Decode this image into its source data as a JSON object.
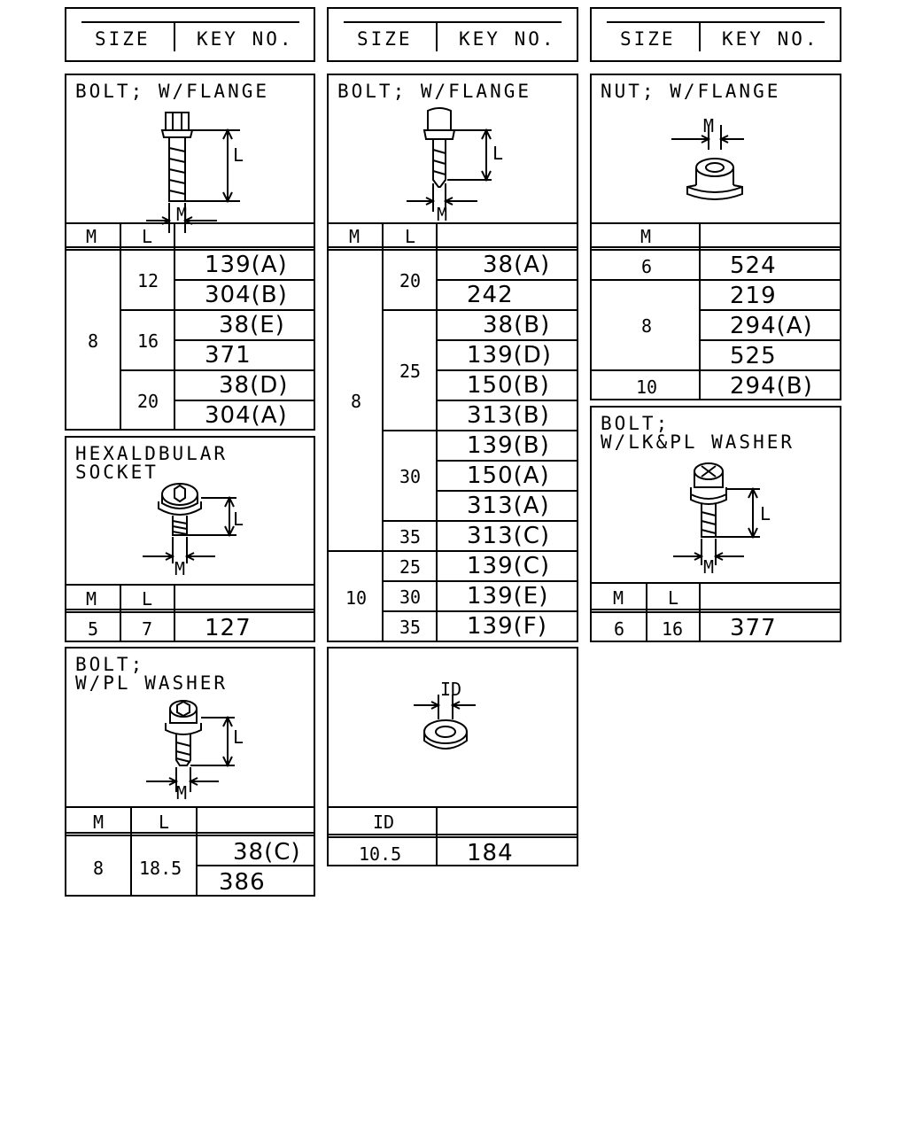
{
  "headers": {
    "size": "SIZE",
    "key_no": "KEY NO."
  },
  "panel_bolt_flange_1": {
    "title": "BOLT; W/FLANGE",
    "col_m": "M",
    "col_l": "L",
    "dim_l": "L",
    "dim_m": "M",
    "m_value": "8",
    "l_values": [
      "12",
      "16",
      "20"
    ],
    "keys": [
      "139(A)",
      "304(B)",
      "38(E)",
      "371",
      "38(D)",
      "304(A)"
    ]
  },
  "panel_bolt_flange_2": {
    "title": "BOLT; W/FLANGE",
    "col_m": "M",
    "col_l": "L",
    "dim_l": "L",
    "dim_m": "M",
    "m_values": [
      "8",
      "10"
    ],
    "l_values": [
      "20",
      "25",
      "30",
      "35",
      "25",
      "30",
      "35"
    ],
    "keys": [
      "38(A)",
      "242",
      "38(B)",
      "139(D)",
      "150(B)",
      "313(B)",
      "139(B)",
      "150(A)",
      "313(A)",
      "313(C)",
      "139(C)",
      "139(E)",
      "139(F)"
    ]
  },
  "panel_nut_flange": {
    "title": "NUT; W/FLANGE",
    "col_m": "M",
    "dim_m": "M",
    "m_values": [
      "6",
      "8",
      "10"
    ],
    "keys": [
      "524",
      "219",
      "294(A)",
      "525",
      "294(B)"
    ]
  },
  "panel_hexaldbular": {
    "title_line1": "HEXALDBULAR",
    "title_line2": "SOCKET",
    "col_m": "M",
    "col_l": "L",
    "dim_l": "L",
    "dim_m": "M",
    "m_value": "5",
    "l_value": "7",
    "key": "127"
  },
  "panel_bolt_lk_washer": {
    "title_line1": "BOLT;",
    "title_line2": "W/LK&PL WASHER",
    "col_m": "M",
    "col_l": "L",
    "dim_l": "L",
    "dim_m": "M",
    "m_value": "6",
    "l_value": "16",
    "key": "377"
  },
  "panel_bolt_pl_washer": {
    "title_line1": "BOLT;",
    "title_line2": "W/PL WASHER",
    "col_m": "M",
    "col_l": "L",
    "dim_l": "L",
    "dim_m": "M",
    "m_value": "8",
    "l_value": "18.5",
    "keys": [
      "38(C)",
      "386"
    ]
  },
  "panel_washer": {
    "col_id": "ID",
    "dim_id": "ID",
    "id_value": "10.5",
    "key": "184"
  }
}
